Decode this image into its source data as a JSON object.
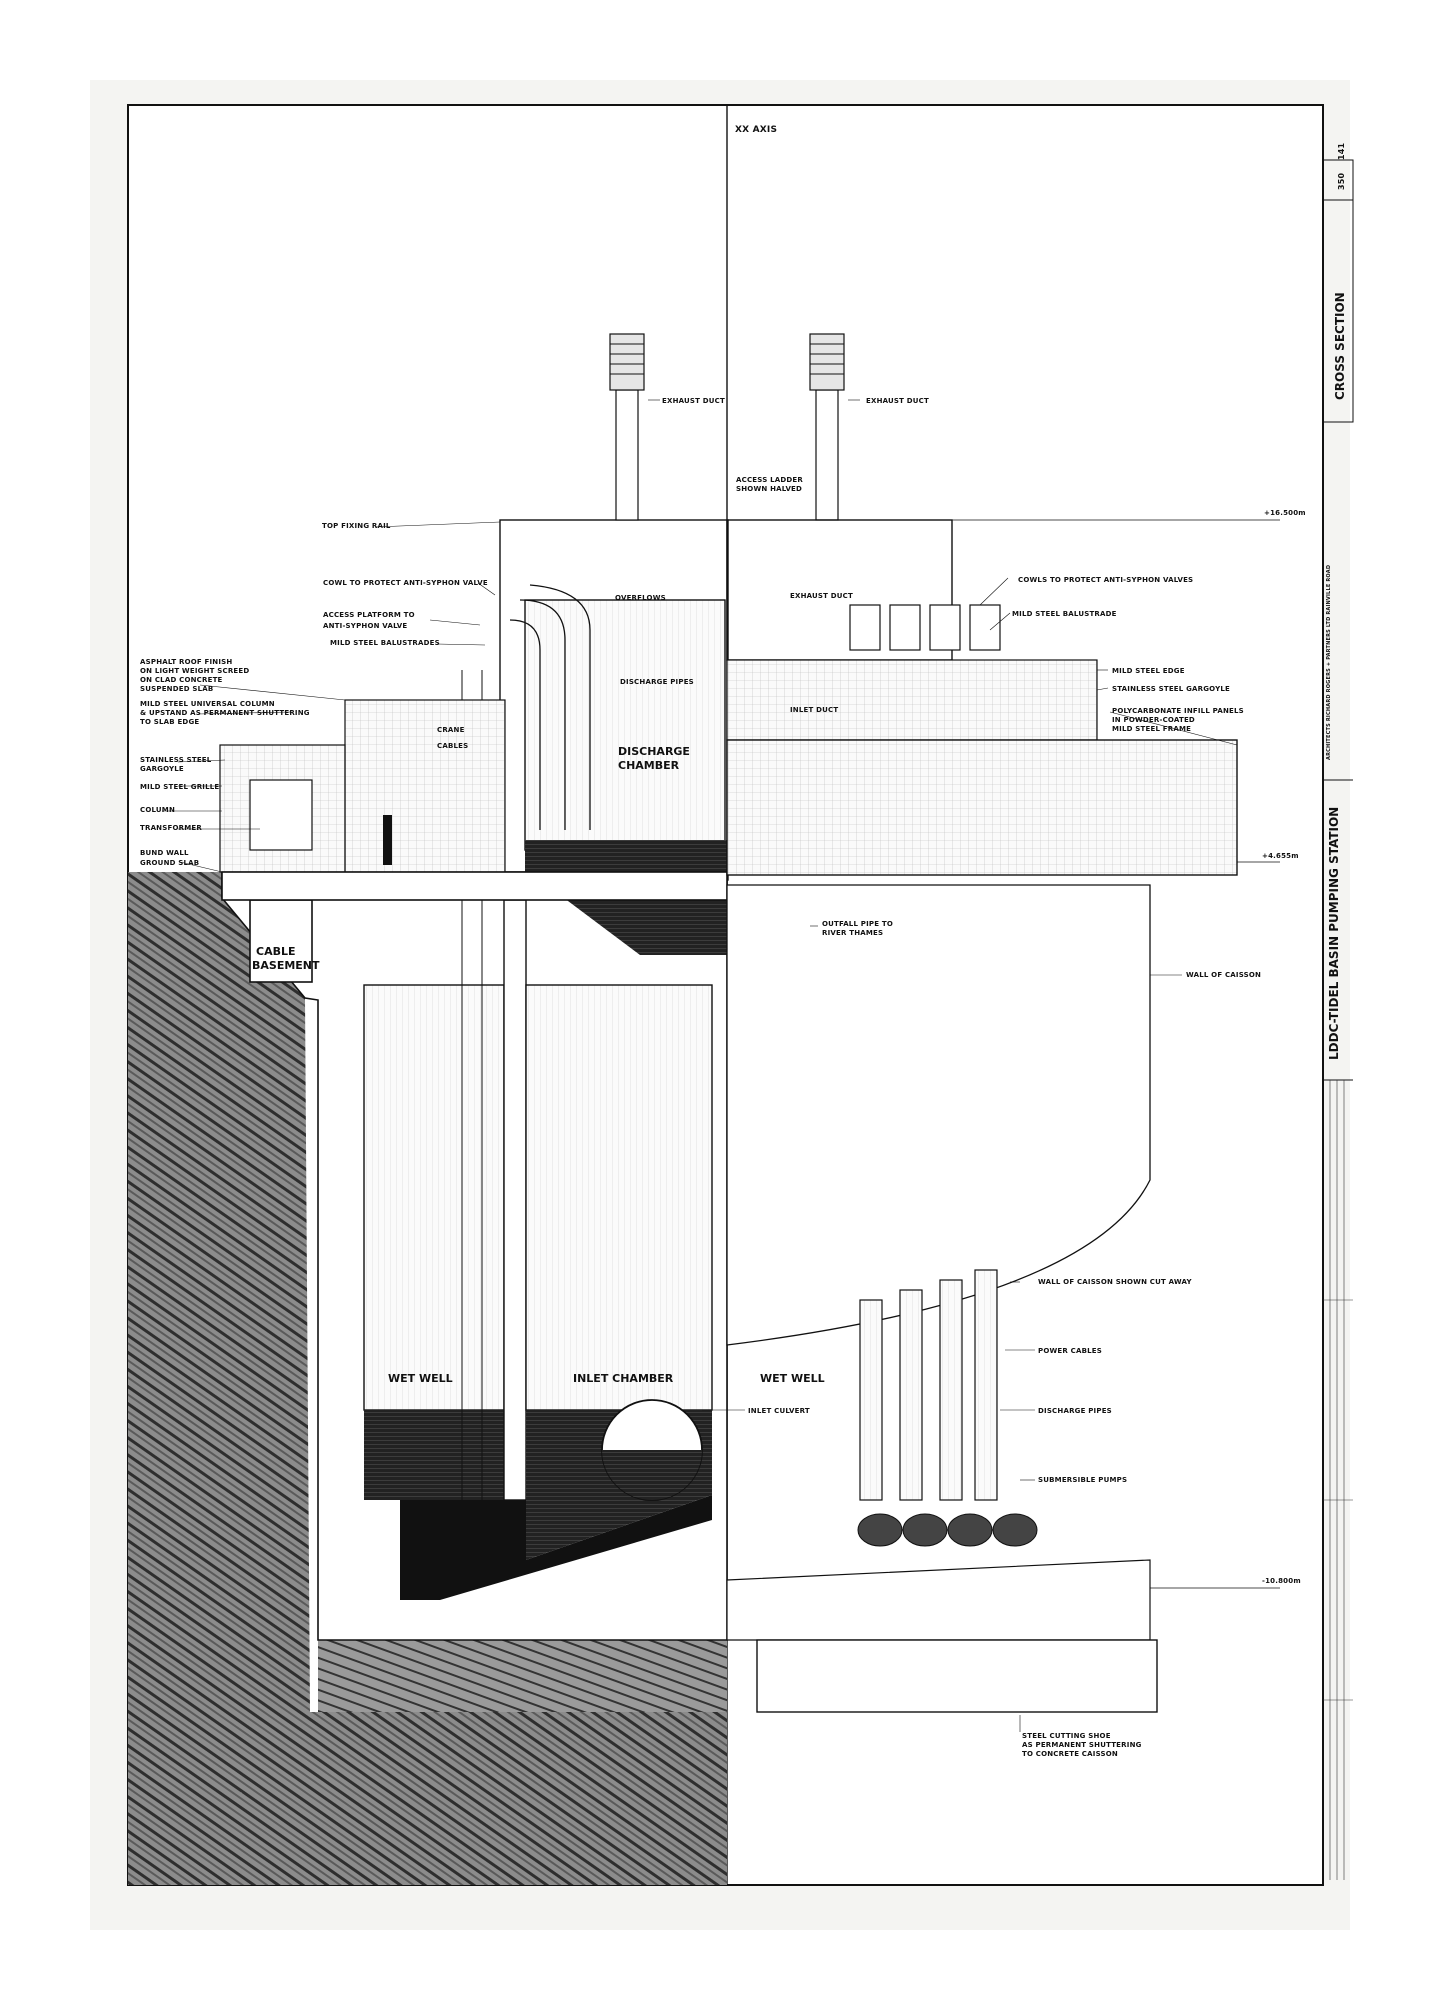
{
  "colors": {
    "paper": "#ffffff",
    "sheet": "#f4f4f2",
    "ink": "#111111",
    "hatch": "#3a3a3a"
  },
  "axis_label": "XX AXIS",
  "title_block": {
    "sheet_number_a": "350",
    "sheet_number_b": "141",
    "drawing_type": "CROSS SECTION",
    "project_title": "LDDC-TIDEL BASIN PUMPING STATION",
    "architects_note": "ARCHITECTS RICHARD ROGERS + PARTNERS LTD RAINVILLE ROAD"
  },
  "levels": {
    "top": "+16.500m",
    "ground": "+4.655m",
    "base": "-10.800m"
  },
  "rooms": {
    "cable_basement_1": "CABLE",
    "cable_basement_2": "BASEMENT",
    "discharge_chamber_1": "DISCHARGE",
    "discharge_chamber_2": "CHAMBER",
    "wet_well_left": "WET WELL",
    "inlet_chamber": "INLET CHAMBER",
    "wet_well_right": "WET WELL"
  },
  "labels_left": [
    "TOP FIXING RAIL",
    "COWL TO PROTECT ANTI-SYPHON VALVE",
    "ACCESS PLATFORM TO",
    "ANTI-SYPHON VALVE",
    "MILD STEEL BALUSTRADES",
    "ASPHALT ROOF FINISH",
    "ON LIGHT WEIGHT SCREED",
    "ON CLAD CONCRETE",
    "SUSPENDED SLAB",
    "MILD STEEL UNIVERSAL COLUMN",
    "& UPSTAND AS PERMANENT SHUTTERING",
    "TO SLAB EDGE",
    "STAINLESS STEEL",
    "GARGOYLE",
    "MILD STEEL GRILLE",
    "COLUMN",
    "TRANSFORMER",
    "BUND WALL",
    "GROUND SLAB"
  ],
  "labels_inner": {
    "crane": "CRANE",
    "cables": "CABLES",
    "overflows": "OVERFLOWS",
    "discharge_pipes": "DISCHARGE PIPES",
    "inlet_duct": "INLET DUCT"
  },
  "labels_right": {
    "exhaust_duct_left": "EXHAUST DUCT",
    "exhaust_duct_right": "EXHAUST DUCT",
    "access_ladder_1": "ACCESS LADDER",
    "access_ladder_2": "SHOWN HALVED",
    "exhaust_duct_small": "EXHAUST DUCT",
    "cowls": "COWLS TO PROTECT ANTI-SYPHON VALVES",
    "balustrade": "MILD STEEL BALUSTRADE",
    "edge": "MILD STEEL EDGE",
    "gargoyle": "STAINLESS STEEL GARGOYLE",
    "poly_1": "POLYCARBONATE INFILL PANELS",
    "poly_2": "IN POWDER-COATED",
    "poly_3": "MILD STEEL FRAME",
    "outfall_1": "OUTFALL PIPE TO",
    "outfall_2": "RIVER THAMES",
    "wall_caisson": "WALL OF CAISSON",
    "wall_cut": "WALL OF CAISSON SHOWN CUT AWAY",
    "power_cables": "POWER CABLES",
    "discharge_pipes": "DISCHARGE PIPES",
    "inlet_culvert": "INLET CULVERT",
    "pumps": "SUBMERSIBLE PUMPS",
    "shoe_1": "STEEL CUTTING SHOE",
    "shoe_2": "AS PERMANENT SHUTTERING",
    "shoe_3": "TO CONCRETE CAISSON"
  }
}
